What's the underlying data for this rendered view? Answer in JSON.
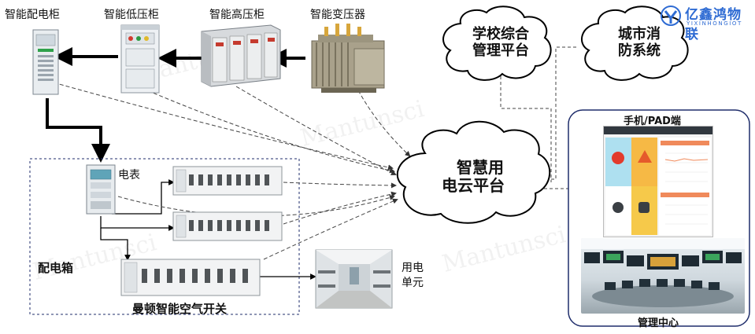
{
  "equipment": {
    "dist_cabinet": "智能配电柜",
    "low_voltage": "智能低压柜",
    "high_voltage": "智能高压柜",
    "transformer": "智能变压器"
  },
  "meter_label": "电表",
  "box_label": "配电箱",
  "breaker_label": "曼顿智能空气开关",
  "unit_label": {
    "line1": "用电",
    "line2": "单元"
  },
  "platform": {
    "line1": "智慧用",
    "line2": "电云平台"
  },
  "school": {
    "line1": "学校综合",
    "line2": "管理平台"
  },
  "fire": {
    "line1": "城市消",
    "line2": "防系统"
  },
  "mobile_label": "手机/PAD端",
  "control_label": "管理中心",
  "logo": {
    "name": "亿鑫鸿物联",
    "pinyin": "YIXINHONGIOT"
  },
  "watermark": "Mantunsci",
  "colors": {
    "arrow": "#000000",
    "dashed": "#444444",
    "box_border": "#1f2d6b",
    "accent": "#2e6bd3"
  }
}
